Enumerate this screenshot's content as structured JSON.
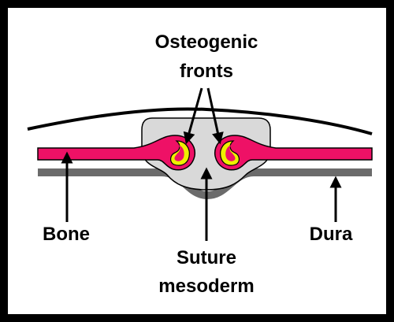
{
  "diagram": {
    "labels": {
      "osteogenic_line1": "Osteogenic",
      "osteogenic_line2": "fronts",
      "bone": "Bone",
      "dura": "Dura",
      "suture_line1": "Suture",
      "suture_line2": "mesoderm"
    },
    "colors": {
      "frame": "#000000",
      "background": "#ffffff",
      "bone": "#ee1166",
      "osteogenic_rim": "#eef000",
      "suture_mesoderm": "#d9d9d9",
      "dura": "#6b6b6b",
      "skin_line": "#000000"
    }
  }
}
